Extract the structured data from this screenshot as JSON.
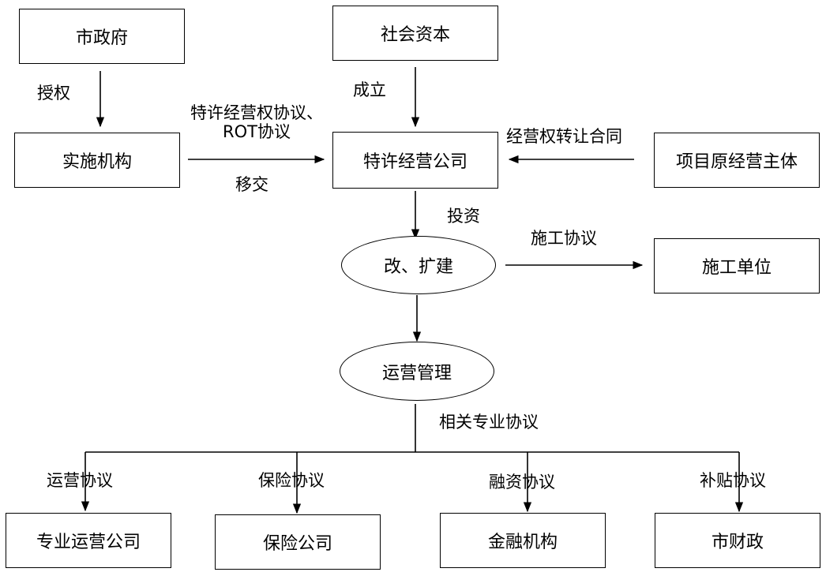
{
  "nodes": {
    "city_government": "市政府",
    "social_capital": "社会资本",
    "implementing_agency": "实施机构",
    "franchise_company": "特许经营公司",
    "original_operator": "项目原经营主体",
    "renovation_expansion": "改、扩建",
    "construction_unit": "施工单位",
    "operation_management": "运营管理",
    "professional_operator": "专业运营公司",
    "insurance_company": "保险公司",
    "financial_institution": "金融机构",
    "city_finance": "市财政"
  },
  "edge_labels": {
    "authorize": "授权",
    "establish": "成立",
    "franchise_agreement_line1": "特许经营权协议、",
    "franchise_agreement_line2": "ROT协议",
    "transfer": "移交",
    "right_transfer_contract": "经营权转让合同",
    "invest": "投资",
    "construction_agreement": "施工协议",
    "related_agreements": "相关专业协议",
    "operation_agreement": "运营协议",
    "insurance_agreement": "保险协议",
    "financing_agreement": "融资协议",
    "subsidy_agreement": "补贴协议"
  }
}
